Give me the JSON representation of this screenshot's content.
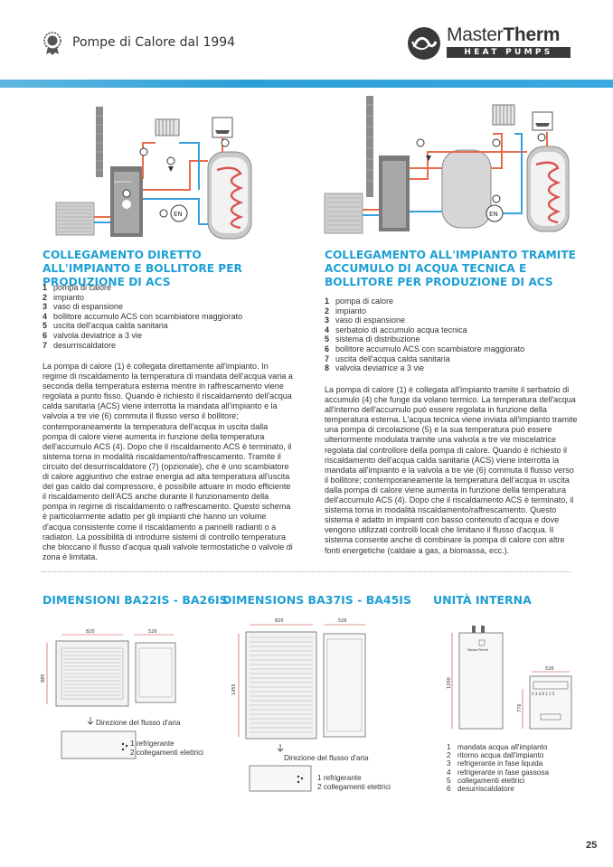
{
  "header": {
    "title": "Pompe di Calore dal 1994",
    "logo_text_light": "Master",
    "logo_text_bold": "Therm",
    "logo_tagline": "HEAT PUMPS"
  },
  "diagram_labels": {
    "en": "EN",
    "unit_brand": "MasterTherm"
  },
  "left": {
    "title": "COLLEGAMENTO DIRETTO ALL'IMPIANTO E BOLLITORE PER PRODUZIONE DI ACS",
    "items": [
      {
        "n": "1",
        "t": "pompa di calore"
      },
      {
        "n": "2",
        "t": "impianto"
      },
      {
        "n": "3",
        "t": "vaso di espansione"
      },
      {
        "n": "4",
        "t": "bollitore accumulo ACS con scambiatore maggiorato"
      },
      {
        "n": "5",
        "t": "uscita dell'acqua calda sanitaria"
      },
      {
        "n": "6",
        "t": "valvola deviatrice a 3 vie"
      },
      {
        "n": "7",
        "t": "desurriscaldatore"
      }
    ],
    "paragraph": "La pompa di calore (1) è collegata direttamente all'impianto. In regime di riscaldamento la temperatura di mandata dell'acqua varia a seconda della temperatura esterna mentre in raffrescamento viene regolata a punto fisso. Quando è richiesto il riscaldamento dell'acqua calda sanitaria (ACS) viene interrotta la mandata all'impianto e la valvola a tre vie (6) commuta il flusso verso il bollitore; contemporaneamente la temperatura dell'acqua in uscita dalla pompa di calore viene aumenta in funzione della temperatura dell'accumulo ACS (4). Dopo che il riscaldamento ACS è terminato, il sistema torna in modalità riscaldamento/raffrescamento. Tramite il circuito del desurriscaldatore (7) (opzionale), che è uno scambiatore di calore aggiuntivo che estrae energia ad alta temperatura all'uscita del gas caldo dal compressore, è possibile attuare in modo efficiente il riscaldamento dell'ACS anche durante il funzionamento della pompa in regime di riscaldamento o raffrescamento. Questo schema è particolarmente adatto per gli impianti che hanno un volume d'acqua consistente come il riscaldamento a pannelli radianti o a radiatori. La possibilità di introdurre sistemi di controllo temperatura che bloccano il flusso d'acqua quali valvole termostatiche o valvole di zona è limitata."
  },
  "right": {
    "title": "COLLEGAMENTO ALL'IMPIANTO TRAMITE ACCUMULO DI ACQUA TECNICA E BOLLITORE PER PRODUZIONE DI ACS",
    "items": [
      {
        "n": "1",
        "t": "pompa di calore"
      },
      {
        "n": "2",
        "t": "impianto"
      },
      {
        "n": "3",
        "t": "vaso di espansione"
      },
      {
        "n": "4",
        "t": "serbatoio di accumulo acqua tecnica"
      },
      {
        "n": "5",
        "t": "sistema di distribuzione"
      },
      {
        "n": "6",
        "t": "bollitore accumulo ACS con scambiatore maggiorato"
      },
      {
        "n": "7",
        "t": "uscita dell'acqua calda sanitaria"
      },
      {
        "n": "8",
        "t": "valvola deviatrice a 3 vie"
      }
    ],
    "paragraph": "La pompa di calore (1) è collegata all'impianto tramite il serbatoio di accumulo (4) che funge da volano termico. La temperatura dell'acqua all'interno dell'accumulo può essere regolata in funzione della temperatura esterna. L'acqua tecnica viene inviata all'impianto tramite una pompa di circolazione (5) e la sua temperatura può essere ulteriormente modulata tramite una valvola a tre vie miscelatrice regolata dal controllore della pompa di calore. Quando è richiesto il riscaldamento dell'acqua calda sanitaria (ACS) viene interrotta la mandata all'impianto e la valvola a tre vie (6) commuta il flusso verso il bollitore; contemporaneamente la temperatura dell'acqua in uscita dalla pompa di calore viene aumenta in funzione della temperatura dell'accumulo ACS (4). Dopo che il riscaldamento ACS è terminato, il sistema torna in modalità riscaldamento/raffrescamento. Questo sistema è adatto in impianti con basso contenuto d'acqua e dove vengono utilizzati controlli locali che limitano il flusso d'acqua. Il sistema consente anche di combinare la pompa di calore con altre fonti energetiche (caldaie a gas, a biomassa, ecc.)."
  },
  "dims": {
    "col1": {
      "title": "DIMENSIONI BA22IS - BA26IS",
      "w_front": "820",
      "w_side": "526",
      "h": "885",
      "flow": "Direzione del flusso d'aria",
      "legend1": "1 refrigerante",
      "legend2": "2 collegamenti elettrici"
    },
    "col2": {
      "title": "DIMENSIONS BA37IS - BA45IS",
      "w_front": "820",
      "w_side": "526",
      "h": "1455",
      "flow": "Direzione del flusso d'aria",
      "legend1": "1 refrigerante",
      "legend2": "2 collegamenti elettrici"
    },
    "col3": {
      "title": "UNITÀ INTERNA",
      "w_side": "526",
      "h": "1200",
      "h2": "776",
      "ports": "5 3 4 6 1 2 5",
      "items": [
        {
          "n": "1",
          "t": "mandata acqua all'impianto"
        },
        {
          "n": "2",
          "t": "ritorno acqua dall'impianto"
        },
        {
          "n": "3",
          "t": "refrigerante in fase liquida"
        },
        {
          "n": "4",
          "t": "refrigerante in fase gassosa"
        },
        {
          "n": "5",
          "t": "collegamenti elettrici"
        },
        {
          "n": "6",
          "t": "desurriscaldatore"
        }
      ]
    }
  },
  "page_number": "25"
}
